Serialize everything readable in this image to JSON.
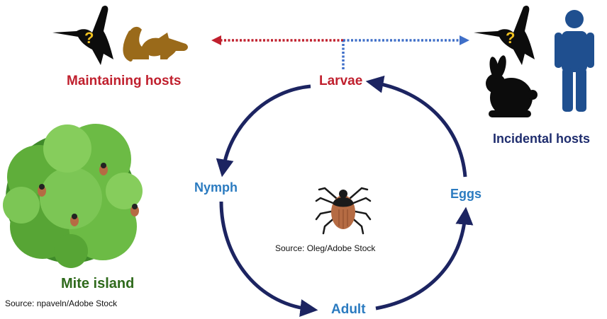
{
  "labels": {
    "maintaining_hosts": "Maintaining hosts",
    "incidental_hosts": "Incidental hosts",
    "larvae": "Larvae",
    "nymph": "Nymph",
    "adult": "Adult",
    "eggs": "Eggs",
    "mite_island": "Mite island"
  },
  "sources": {
    "tick": "Source: Oleg/Adobe Stock",
    "bush": "Source: npaveln/Adobe Stock"
  },
  "unknown_mark": "?",
  "colors": {
    "maintaining": "#c0202e",
    "incidental": "#1f2d6e",
    "stage": "#2b7bc0",
    "cycle_arrow": "#1c2461",
    "mite_island": "#2f6a1c",
    "maintaining_arrow": "#c0202e",
    "incidental_arrow": "#3f6fc8",
    "rodent": "#9a6a1a",
    "human": "#1f4f8f",
    "bush": "#5fae3a",
    "tick_body": "#b56b43"
  },
  "icons": {
    "hummingbird": "hummingbird-icon",
    "rodent": "rodent-icon",
    "rabbit": "rabbit-icon",
    "human": "human-icon",
    "tick": "tick-icon",
    "bush": "bush-icon"
  }
}
